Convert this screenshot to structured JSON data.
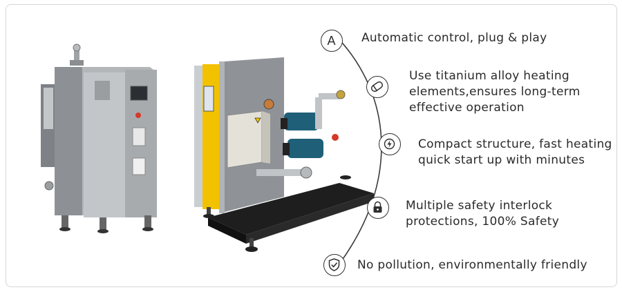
{
  "features": [
    {
      "icon": "letter-a-icon",
      "lines": [
        "Automatic control, plug & play"
      ]
    },
    {
      "icon": "heating-element-icon",
      "lines": [
        "Use titanium alloy heating",
        "elements,ensures long-term",
        "effective operation"
      ]
    },
    {
      "icon": "lightning-bolt-icon",
      "lines": [
        "Compact structure, fast heating",
        "quick start up with minutes"
      ]
    },
    {
      "icon": "padlock-icon",
      "lines": [
        "Multiple safety interlock",
        "protections, 100% Safety"
      ]
    },
    {
      "icon": "shield-check-icon",
      "lines": [
        "No pollution, environmentally friendly"
      ]
    }
  ],
  "badge_letter": "A",
  "colors": {
    "accent_yellow": "#f2c200",
    "steel": "#a8acaf",
    "cabinet_gray": "#8f9397",
    "pump_teal": "#1f5f78",
    "frame": "#1e1e1e"
  }
}
